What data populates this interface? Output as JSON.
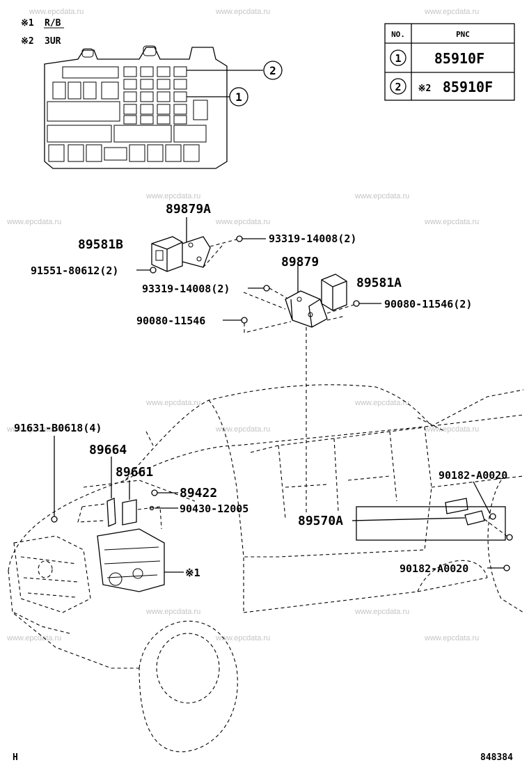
{
  "watermark": "www.epcdata.ru",
  "notes": [
    {
      "mark": "※1",
      "text": "R/B"
    },
    {
      "mark": "※2",
      "text": "3UR"
    }
  ],
  "table": {
    "headers": [
      "NO.",
      "PNC"
    ],
    "rows": [
      {
        "no": "1",
        "mark": "",
        "pnc": "85910F"
      },
      {
        "no": "2",
        "mark": "※2",
        "pnc": "85910F"
      }
    ]
  },
  "callouts": [
    "2",
    "1"
  ],
  "parts": {
    "p89879A": "89879A",
    "p89581B": "89581B",
    "p93319a": "93319-14008(2)",
    "p91551": "91551-80612(2)",
    "p89879": "89879",
    "p93319b": "93319-14008(2)",
    "p89581A": "89581A",
    "p90080b": "90080-11546(2)",
    "p90080a": "90080-11546",
    "p91631": "91631-B0618(4)",
    "p89664": "89664",
    "p89661": "89661",
    "p89422": "89422",
    "p90430": "90430-12005",
    "p89570A": "89570A",
    "p90182a": "90182-A0020",
    "p90182b": "90182-A0020",
    "ref1": "※1"
  },
  "footer": {
    "left": "H",
    "right": "848384"
  }
}
